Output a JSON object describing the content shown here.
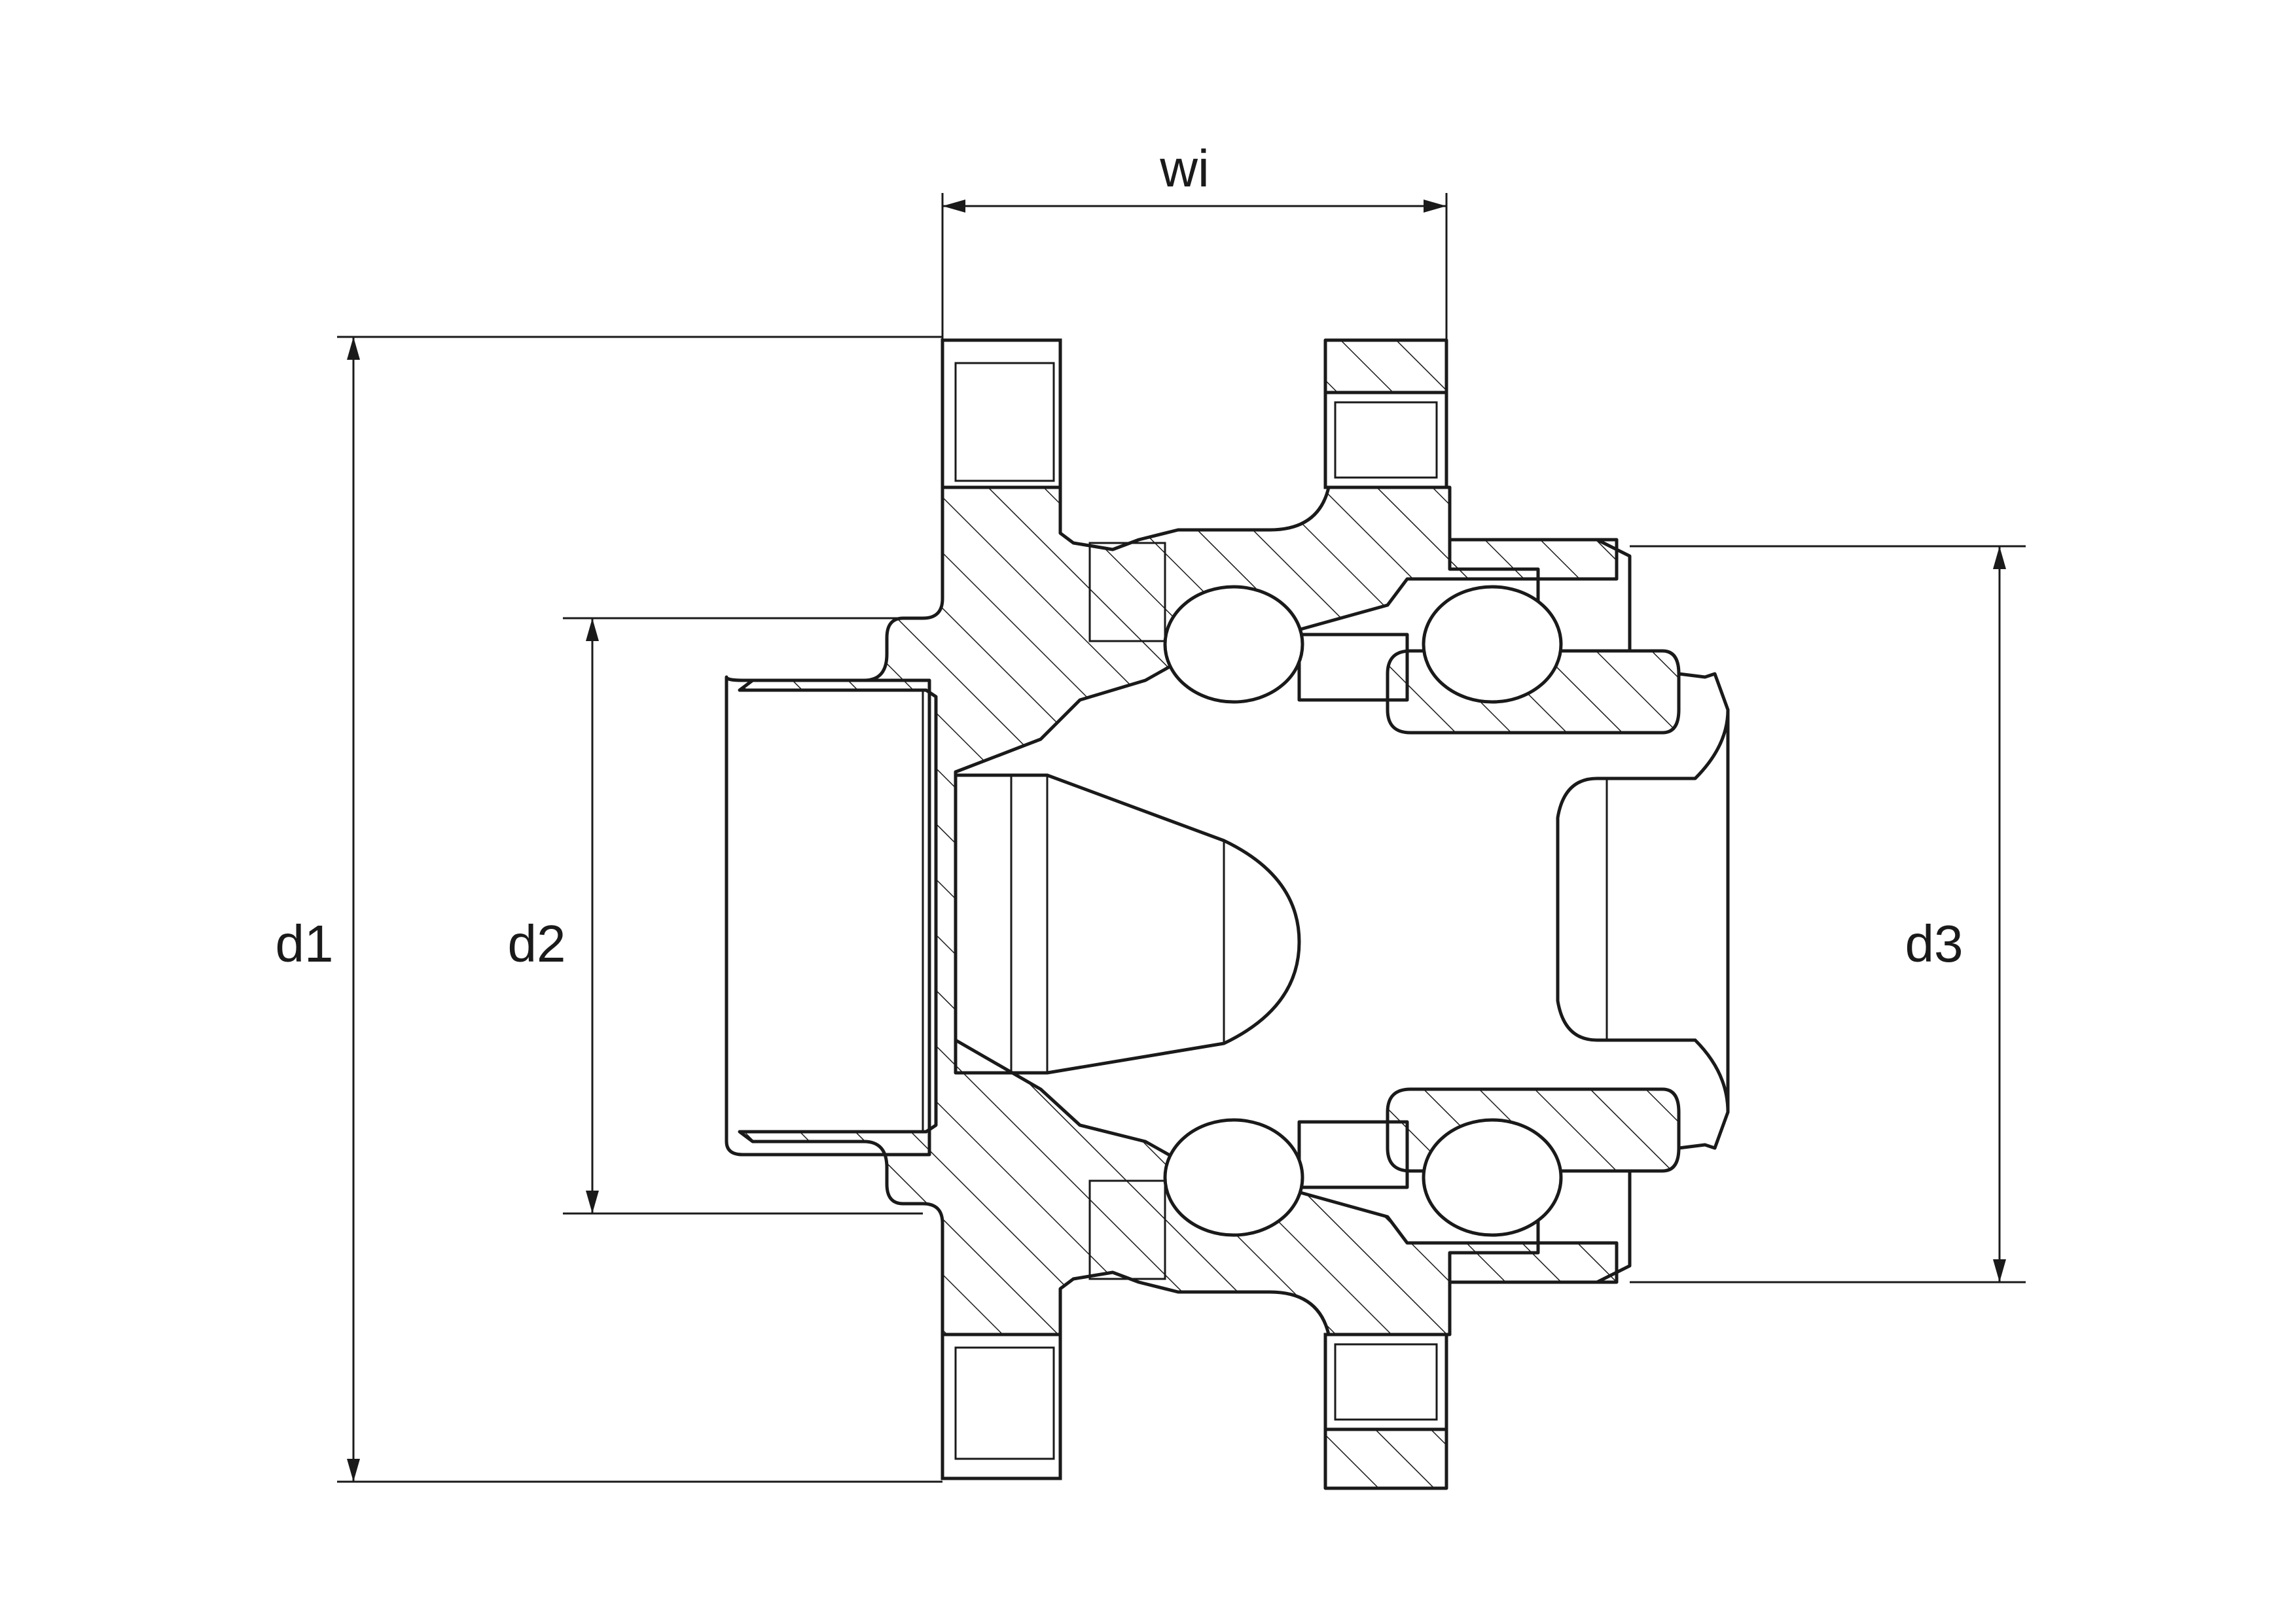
{
  "dimensions": {
    "wi": "wi",
    "d1": "d1",
    "d2": "d2",
    "d3": "d3"
  },
  "colors": {
    "line": "#1a1a1a",
    "background": "#ffffff"
  }
}
